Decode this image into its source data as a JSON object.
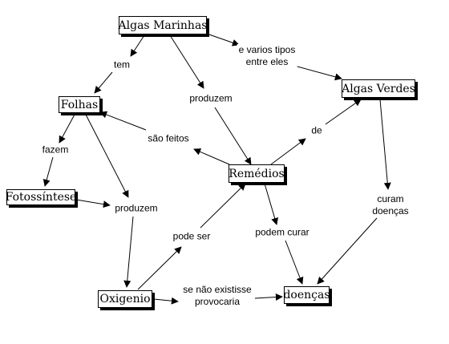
{
  "nodes": {
    "algas_marinhas": "Algas Marinhas",
    "folhas": "Folhas",
    "algas_verdes": "Algas Verdes",
    "remedios": "Remédios",
    "fotossintese": "Fotossíntese",
    "oxigenio": "Oxigenio",
    "doencas": "doenças"
  },
  "links": {
    "tem": "tem",
    "produzem_top": "produzem",
    "varios_tipos": "e varios tipos\nentre eles",
    "sao_feitos": "são feitos",
    "de": "de",
    "fazem": "fazem",
    "produzem_mid": "produzem",
    "curam_doencas": "curam\ndoenças",
    "pode_ser": "pode ser",
    "podem_curar": "podem curar",
    "se_nao_existisse": "se não existisse\nprovocaria"
  }
}
